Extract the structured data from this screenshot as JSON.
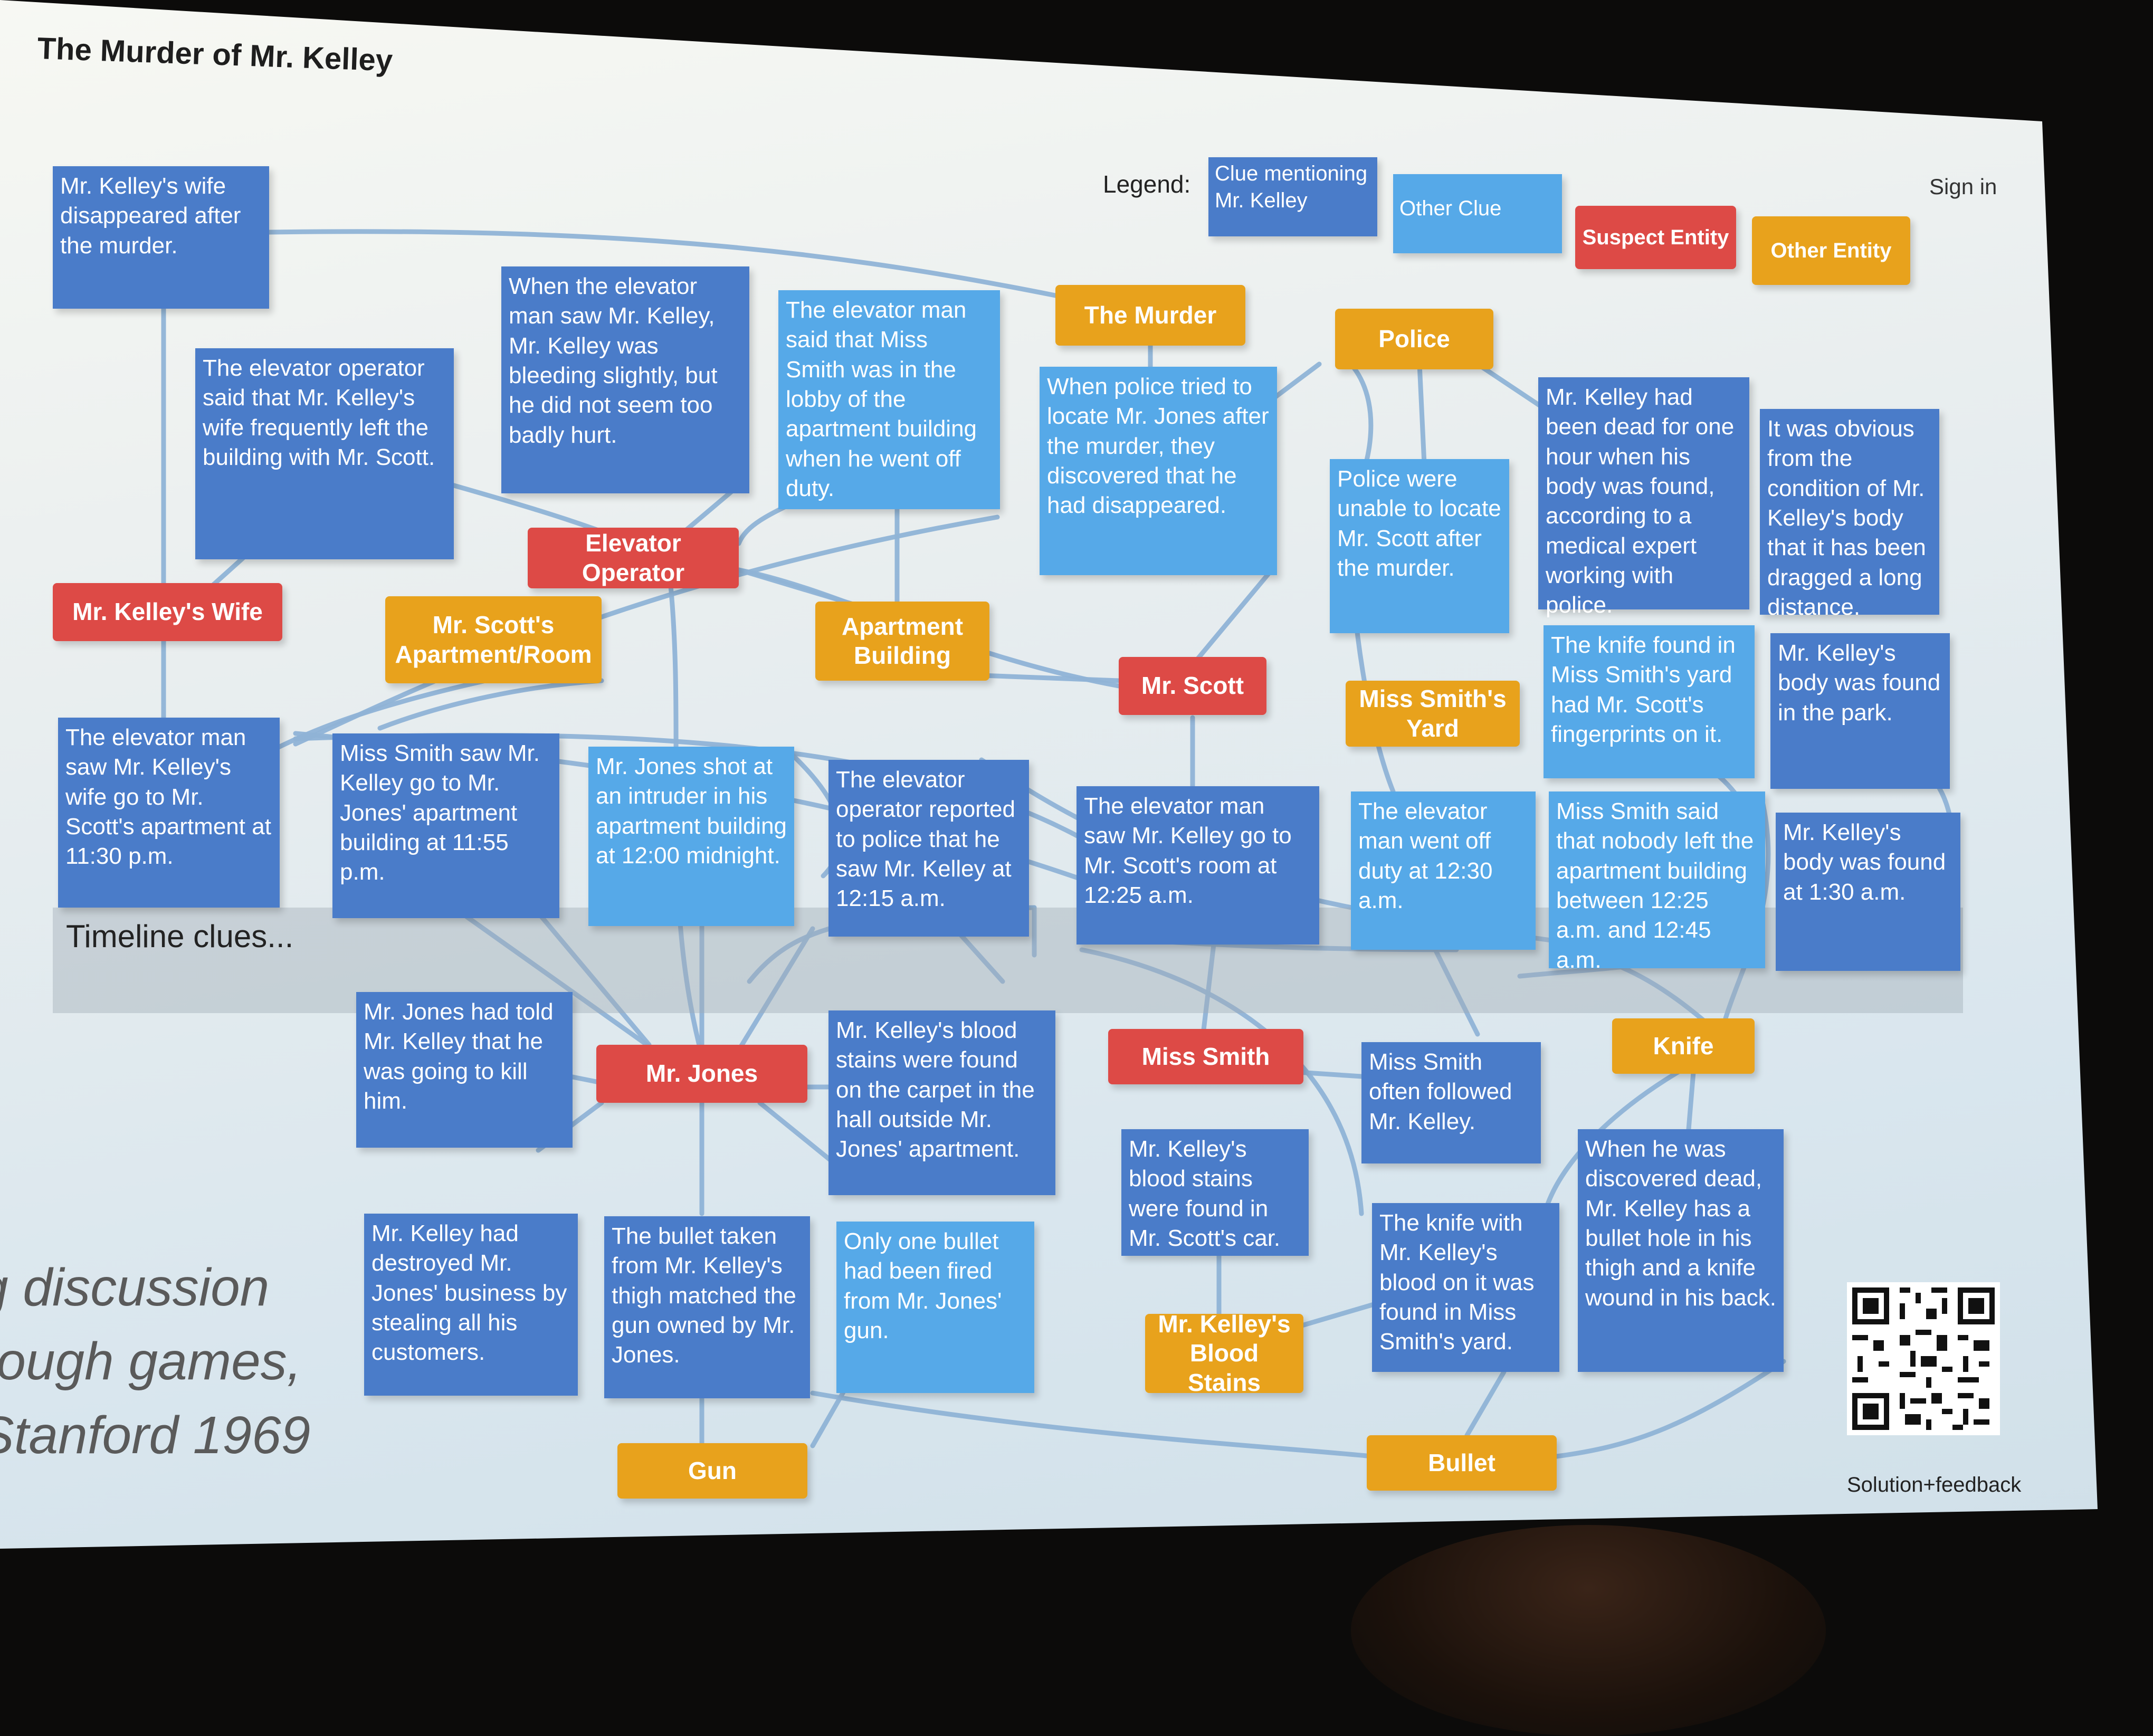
{
  "title": "The Murder of Mr. Kelley",
  "legend": {
    "label": "Legend:",
    "items": [
      {
        "key": "clue-kelley",
        "text": "Clue mentioning Mr. Kelley",
        "color": "#4a7cc9"
      },
      {
        "key": "other-clue",
        "text": "Other Clue",
        "color": "#56a9e8"
      },
      {
        "key": "suspect",
        "text": "Suspect Entity",
        "color": "#dd4a46"
      },
      {
        "key": "other-entity",
        "text": "Other Entity",
        "color": "#e8a21c"
      }
    ]
  },
  "sign_in": "Sign in",
  "timeline_label": "Timeline clues...",
  "caption_lines": [
    "g discussion",
    "rough games,",
    "Stanford 1969"
  ],
  "qr_label": "Solution+feedback",
  "entities": {
    "mr_kelleys_wife": "Mr. Kelley's Wife",
    "elevator_operator": "Elevator Operator",
    "mr_scotts_apartment": "Mr. Scott's Apartment/Room",
    "apartment_building": "Apartment Building",
    "the_murder": "The Murder",
    "police": "Police",
    "mr_scott": "Mr. Scott",
    "miss_smiths_yard": "Miss Smith's Yard",
    "mr_jones": "Mr. Jones",
    "miss_smith": "Miss Smith",
    "knife": "Knife",
    "mr_kelleys_blood_stains": "Mr. Kelley's Blood Stains",
    "gun": "Gun",
    "bullet": "Bullet"
  },
  "clues": {
    "wife_disappeared": "Mr. Kelley's wife disappeared after the murder.",
    "elevator_saw_kelley_bleeding": "When the elevator man saw Mr. Kelley, Mr. Kelley was bleeding slightly, but he did not seem too badly hurt.",
    "miss_smith_lobby": "The elevator man said that Miss Smith was in the lobby of the apartment building when he went off duty.",
    "wife_left_with_scott": "The elevator operator said that Mr. Kelley's wife frequently left the building with Mr. Scott.",
    "police_locate_jones": "When police tried to locate Mr. Jones after the murder, they discovered that he had disappeared.",
    "police_unable_scott": "Police were unable to locate Mr. Scott after the murder.",
    "dead_one_hour": "Mr. Kelley had been dead for one hour when his body was found, according to a medical expert working with police.",
    "body_dragged": "It was obvious from the condition of Mr. Kelley's body that it has been dragged a long distance.",
    "knife_fingerprints": "The knife found in Miss Smith's yard had Mr. Scott's fingerprints on it.",
    "body_in_park": "Mr. Kelley's body was found in the park.",
    "wife_to_scott_1130": "The elevator man saw Mr. Kelley's wife go to Mr. Scott's apartment at 11:30 p.m.",
    "smith_saw_kelley_1155": "Miss Smith saw Mr. Kelley go to Mr. Jones' apartment building at 11:55 p.m.",
    "jones_shot_intruder": "Mr. Jones shot at an intruder in his apartment building at 12:00 midnight.",
    "elevator_saw_kelley_1215": "The elevator operator reported to police that he saw Mr. Kelley at 12:15 a.m.",
    "kelley_to_scott_1225": "The elevator man saw Mr. Kelley go to Mr. Scott's room at 12:25 a.m.",
    "elevator_off_1230": "The elevator man went off duty at 12:30 a.m.",
    "nobody_left": "Miss Smith said that nobody left the apartment building between 12:25 a.m. and 12:45 a.m.",
    "body_found_130": "Mr. Kelley's body was found at 1:30 a.m.",
    "jones_told_kill": "Mr. Jones had told Mr. Kelley that he was going to kill him.",
    "blood_hall": "Mr. Kelley's blood stains were found on the carpet in the hall outside Mr. Jones' apartment.",
    "smith_followed": "Miss Smith often followed Mr. Kelley.",
    "blood_scott_car": "Mr. Kelley's blood stains were found in Mr. Scott's car.",
    "discovered_dead_bullet_knife": "When he was discovered dead, Mr. Kelley has a bullet hole in his thigh and a knife wound in his back.",
    "destroyed_business": "Mr. Kelley had destroyed Mr. Jones' business by stealing all his customers.",
    "bullet_matched_gun": "The bullet taken from Mr. Kelley's thigh matched the gun owned by Mr. Jones.",
    "one_bullet": "Only one bullet had been fired from Mr. Jones' gun.",
    "knife_blood_yard": "The knife with Mr. Kelley's blood on it was found in Miss Smith's yard."
  }
}
